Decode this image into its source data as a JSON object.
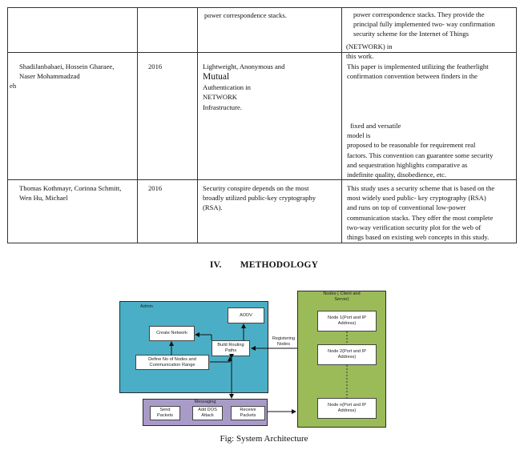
{
  "table": {
    "rows": [
      {
        "authors": "",
        "year": "",
        "method_lines": [
          "power  correspondence  stacks."
        ],
        "desc_lines": [
          "power  correspondence  stacks. They  provide the",
          "principal fully  implemented two-  way confirmation",
          "security scheme  for the Internet of  Things",
          "(NETWORK)     in",
          "this work."
        ]
      },
      {
        "authors_lines": [
          "ShadiJanbabaei,  Hossein  Gharaee,",
          "Naser  Mohammadzad",
          "eh"
        ],
        "year": "2016",
        "method_lines": [
          "Lightweight,  Anonymous and",
          "Mutual",
          "Authentication in",
          "NETWORK",
          "Infrastructure."
        ],
        "desc_lines_top": [
          "This paper is  implemented  utilizing the  featherlight",
          "confirmation  convention between  finders in the"
        ],
        "desc_lines_bottom": [
          " fixed and versatile",
          "model is",
          "proposed to be  reasonable for  requirement real",
          "factors.  This  convention can  guarantee some  security",
          "and  sequestration  highlights  comparative as",
          "indefinite quality,  disobedience, etc."
        ]
      },
      {
        "authors_lines": [
          "Thomas  Kothmayr,  Corinna  Schmitt,",
          "Wen Hu,  Michael"
        ],
        "year": "2016",
        "method_lines": [
          "Security conspire  depends on the  most",
          "broadly  utilized public-key  cryptography",
          "(RSA)."
        ],
        "desc_lines": [
          "This study uses a  security scheme that  is based on the",
          "most  widely used public-  key cryptography  (RSA)",
          "and runs on  top of conventional  low-power",
          "communication  stacks. They offer  the most complete",
          "two-way  verification security  plot for the web of",
          "things based on  existing web  concepts in this  study."
        ]
      }
    ]
  },
  "section": {
    "number": "IV.",
    "title": "METHODOLOGY"
  },
  "diagram": {
    "admin_label": "Admin",
    "nodes_label_lines": [
      "Nodes ( Client and",
      "Server)"
    ],
    "messaging_label": "Messaging",
    "aodv": "AODV",
    "create_network": "Create Network",
    "build_routing_lines": [
      "Build Routing",
      "Paths"
    ],
    "define_nodes_lines": [
      "Define No of Nodes and",
      "Communication  Range"
    ],
    "registering_lines": [
      "Registering",
      "Nodes"
    ],
    "node1_lines": [
      "Node 1(Port and IP",
      "Address)"
    ],
    "node2_lines": [
      "Node 2(Port and IP",
      "Address)"
    ],
    "noden_lines": [
      "Node n(Port and IP",
      "Address)"
    ],
    "send_lines": [
      "Send",
      "Packets"
    ],
    "dos_lines": [
      "Add DOS",
      "Attack"
    ],
    "receive_lines": [
      "Receive",
      "Packets"
    ],
    "colors": {
      "admin_fill": "#4aafc6",
      "nodes_fill": "#9bbb59",
      "messaging_fill": "#a99bc8"
    }
  },
  "figure_caption": "Fig: System Architecture"
}
